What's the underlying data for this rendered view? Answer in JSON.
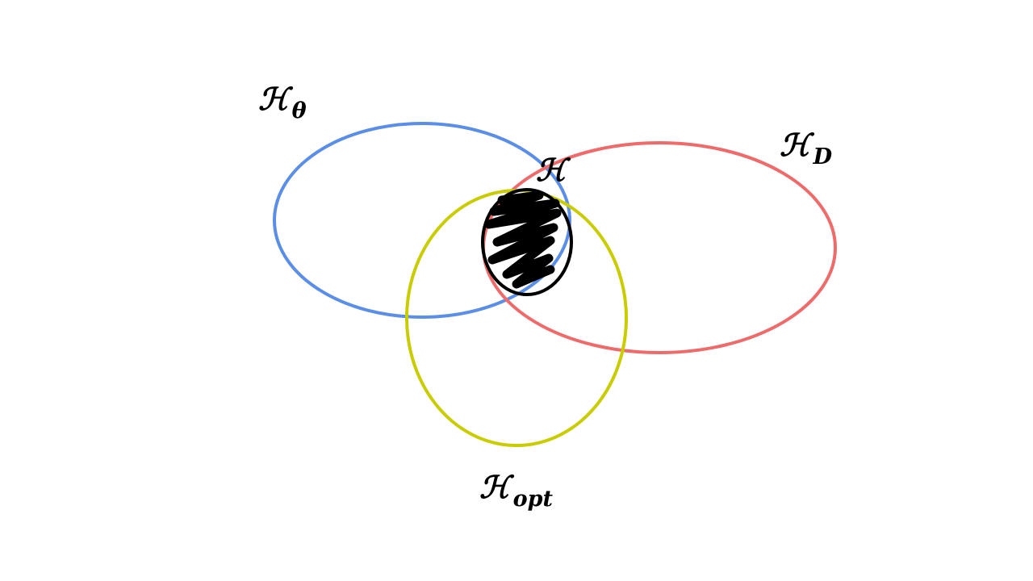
{
  "sets": {
    "theta": {
      "symbol": "ℋ",
      "subscript": "θ",
      "color": "#5b8ee6"
    },
    "data": {
      "symbol": "ℋ",
      "subscript": "D",
      "color": "#ee6b6b"
    },
    "opt": {
      "symbol": "ℋ",
      "subscript": "opt",
      "color": "#c9cc00"
    },
    "intersection": {
      "symbol": "ℋ",
      "color": "#000000"
    }
  }
}
